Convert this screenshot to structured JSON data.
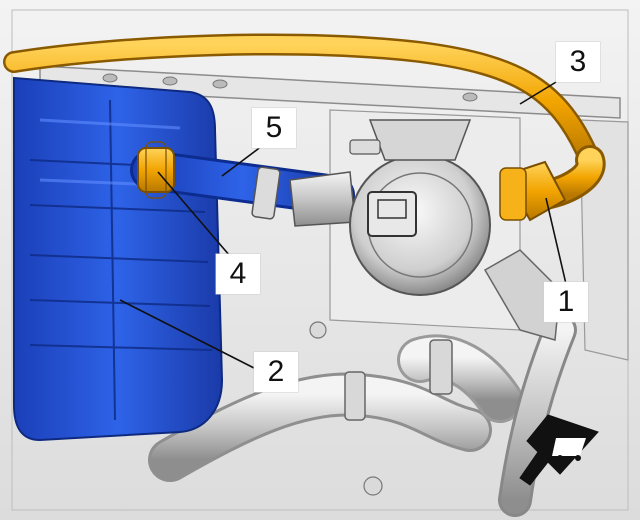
{
  "callouts": {
    "c1": "1",
    "c2": "2",
    "c3": "3",
    "c4": "4",
    "c5": "5"
  },
  "colors": {
    "tank_blue": "#1f4fd6",
    "hose_orange": "#f2a400",
    "metal_gray": "#cfcfcf",
    "line_black": "#111111"
  },
  "icons": {
    "forward_arrow": "vehicle-front-direction-arrow-icon"
  }
}
